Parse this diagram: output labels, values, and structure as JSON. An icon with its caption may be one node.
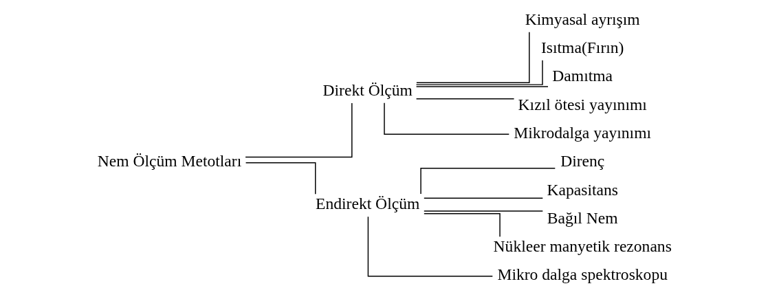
{
  "diagram": {
    "nodes": [
      {
        "text": [
          "Nem Ölçüm Metotları"
        ]
      },
      {
        "text": [
          "Direkt Ölçüm"
        ]
      },
      {
        "text": [
          "Kimyasal ayrışım"
        ]
      },
      {
        "text": [
          "Isıtma(Fırın)"
        ]
      },
      {
        "text": [
          "Damıtma"
        ]
      },
      {
        "text": [
          "Kızıl ötesi yayınımı"
        ]
      },
      {
        "text": [
          "Mikrodalga yayınımı"
        ]
      },
      {
        "text": [
          "Endirekt Ölçüm"
        ]
      },
      {
        "text": [
          "Direnç"
        ]
      },
      {
        "text": [
          "Kapasitans"
        ]
      },
      {
        "text": [
          "Bağıl Nem"
        ]
      },
      {
        "text": [
          "Nükleer manyetik rezonans"
        ]
      },
      {
        "text": [
          "Mikro dalga spektroskopu"
        ]
      }
    ],
    "edges": [
      {
        "from": 0,
        "to": 1,
        "arrow": "none"
      },
      {
        "from": 0,
        "to": 7,
        "arrow": "none"
      },
      {
        "from": 1,
        "to": 2,
        "arrow": "none"
      },
      {
        "from": 1,
        "to": 3,
        "arrow": "none"
      },
      {
        "from": 1,
        "to": 4,
        "arrow": "none"
      },
      {
        "from": 1,
        "to": 5,
        "arrow": "none"
      },
      {
        "from": 1,
        "to": 6,
        "arrow": "none"
      },
      {
        "from": 7,
        "to": 8,
        "arrow": "none"
      },
      {
        "from": 7,
        "to": 9,
        "arrow": "none"
      },
      {
        "from": 7,
        "to": 10,
        "arrow": "none"
      },
      {
        "from": 7,
        "to": 11,
        "arrow": "none"
      },
      {
        "from": 7,
        "to": 12,
        "arrow": "none"
      }
    ]
  }
}
